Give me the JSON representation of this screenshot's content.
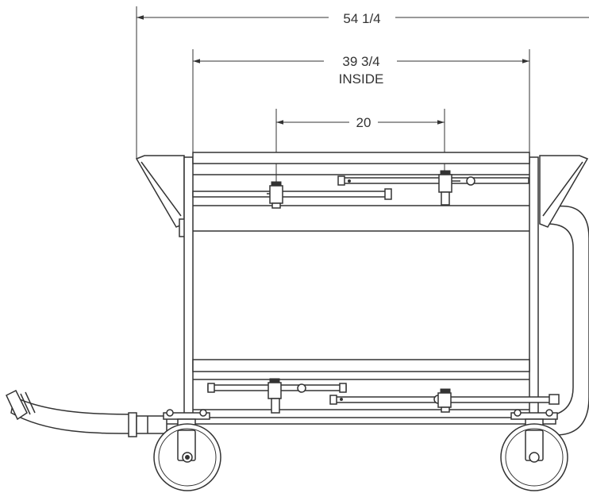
{
  "drawing": {
    "dimensions": {
      "overall": "54 1/4",
      "inside_value": "39 3/4",
      "inside_note": "INSIDE",
      "center_spacing": "20"
    },
    "line_color": "#333333",
    "background": "#ffffff"
  }
}
